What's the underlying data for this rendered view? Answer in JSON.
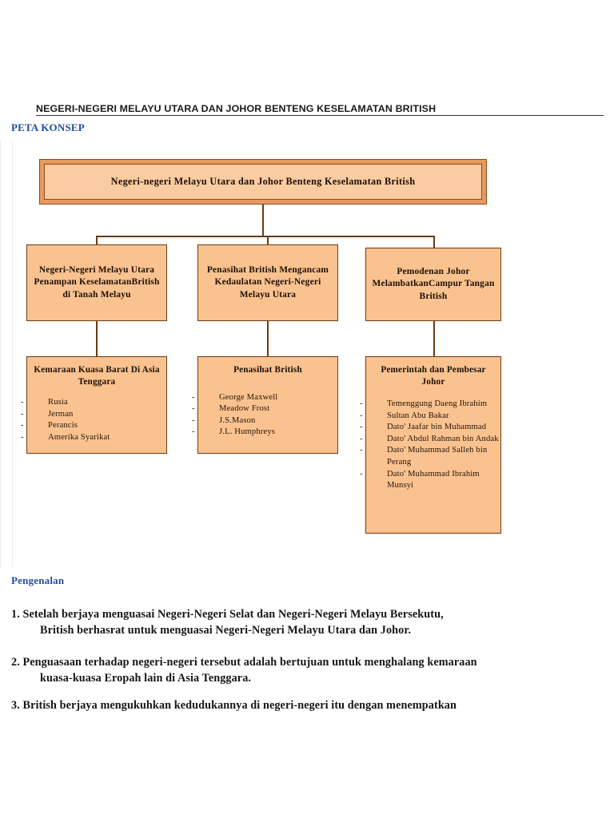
{
  "document": {
    "title": "NEGERI-NEGERI MELAYU UTARA DAN JOHOR BENTENG KESELAMATAN BRITISH",
    "subtitle": "PETA KONSEP",
    "section_heading": "Pengenalan"
  },
  "colors": {
    "node_fill": "#FAC28F",
    "node_border": "#6B3A13",
    "root_frame": "#E79A5F",
    "root_fill": "#FBCBA1",
    "heading_blue": "#1F4E9C",
    "text": "#171717"
  },
  "concept_map": {
    "type": "diagram",
    "root": {
      "label": "Negeri-negeri Melayu Utara dan Johor Benteng Keselamatan British"
    },
    "level2": [
      {
        "id": "n2-a",
        "label": "Negeri-Negeri Melayu Utara Penampan KeselamatanBritish di Tanah Melayu"
      },
      {
        "id": "n2-b",
        "label": "Penasihat British Mengancam Kedaulatan Negeri-Negeri Melayu Utara"
      },
      {
        "id": "n2-c",
        "label": "Pemodenan Johor MelambatkanCampur Tangan British"
      }
    ],
    "level3": [
      {
        "id": "n3-a",
        "heading": "Kemaraan Kuasa Barat Di Asia Tenggara",
        "items": [
          "Rusia",
          "Jerman",
          "Perancis",
          "Amerika Syarikat"
        ]
      },
      {
        "id": "n3-b",
        "heading": "Penasihat British",
        "items": [
          "George Maxwell",
          "Meadow Frost",
          "J.S.Mason",
          "J.L. Humphreys"
        ]
      },
      {
        "id": "n3-c",
        "heading": "Pemerintah dan Pembesar Johor",
        "items": [
          "Temenggung Daeng Ibrahim",
          "Sultan Abu Bakar",
          "Dato' Jaafar bin Muhammad",
          "Dato' Abdul Rahman bin Andak",
          "Dato' Muhammad Salleh bin Perang",
          "Dato' Muhammad Ibrahim Munsyi"
        ]
      }
    ]
  },
  "paragraphs": [
    {
      "number": "1.",
      "line1": "Setelah berjaya menguasai Negeri-Negeri Selat dan Negeri-Negeri Melayu Bersekutu,",
      "line2": "British berhasrat untuk menguasai Negeri-Negeri Melayu Utara dan Johor."
    },
    {
      "number": "2.",
      "line1": "Penguasaan terhadap negeri-negeri tersebut adalah bertujuan untuk menghalang kemaraan",
      "line2": "kuasa-kuasa Eropah lain di Asia Tenggara."
    },
    {
      "number": "3.",
      "line1": "British berjaya mengukuhkan kedudukannya di negeri-negeri itu dengan menempatkan",
      "line2": ""
    }
  ]
}
